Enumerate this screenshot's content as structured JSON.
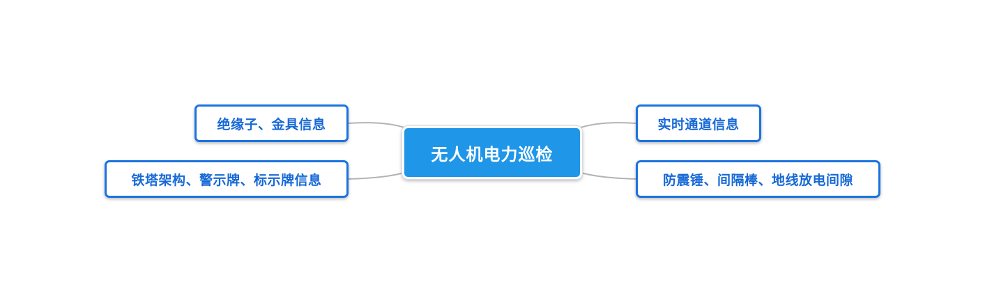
{
  "mindmap": {
    "center": {
      "label": "无人机电力巡检"
    },
    "branches": [
      {
        "id": "left-1",
        "label": "绝缘子、金具信息"
      },
      {
        "id": "left-2",
        "label": "铁塔架构、警示牌、标示牌信息"
      },
      {
        "id": "right-1",
        "label": "实时通道信息"
      },
      {
        "id": "right-2",
        "label": "防震锤、间隔棒、地线放电间隙"
      }
    ]
  },
  "colors": {
    "center_fill": "#1f96e8",
    "branch_border": "#1a73e0",
    "branch_text": "#1769d6",
    "connector": "#b3b3b3"
  }
}
